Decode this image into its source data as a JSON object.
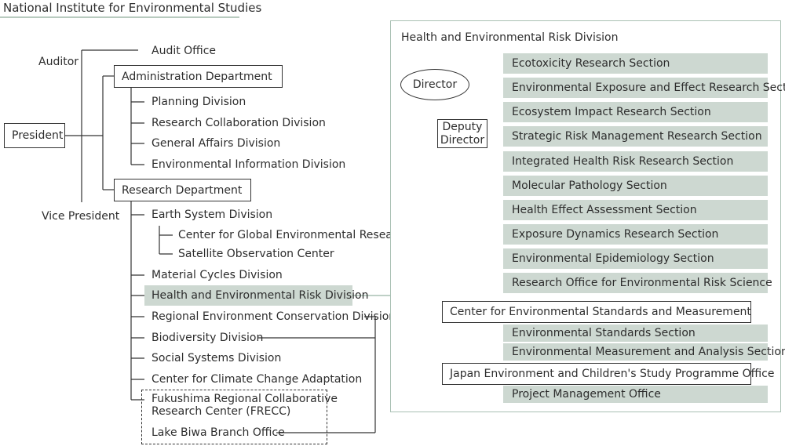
{
  "org_name": "National Institute for Environmental Studies",
  "president": "President",
  "auditor": "Auditor",
  "vice_president": "Vice President",
  "audit_office": "Audit Office",
  "administration": {
    "title": "Administration Department",
    "divisions": [
      "Planning Division",
      "Research Collaboration Division",
      "General Affairs Division",
      "Environmental Information Division"
    ]
  },
  "research": {
    "title": "Research Department",
    "earth_system": "Earth System Division",
    "earth_system_centers": [
      "Center for Global Environmental Research",
      "Satellite Observation Center"
    ],
    "divisions": [
      "Material Cycles Division",
      "Health and Environmental Risk Division",
      "Regional Environment Conservation Division",
      "Biodiversity Division",
      "Social Systems Division",
      "Center for Climate Change Adaptation"
    ],
    "fukushima_line1": "Fukushima Regional Collaborative",
    "fukushima_line2": "Research Center (FRECC)",
    "lake_biwa": "Lake Biwa Branch Office"
  },
  "risk_panel": {
    "title": "Health and Environmental Risk Division",
    "director": "Director",
    "deputy_line1": "Deputy",
    "deputy_line2": "Director",
    "sections": [
      "Ecotoxicity Research Section",
      "Environmental Exposure and Effect Research Section",
      "Ecosystem Impact Research Section",
      "Strategic Risk Management Research Section",
      "Integrated Health Risk Research Section",
      "Molecular Pathology Section",
      "Health Effect Assessment Section",
      "Exposure Dynamics Research Section",
      "Environmental Epidemiology Section",
      "Research Office for Environmental Risk Science"
    ],
    "center_standards": "Center for Environmental Standards and Measurement",
    "standards_sections": [
      "Environmental Standards Section",
      "Environmental Measurement and Analysis Section"
    ],
    "jecs_office": "Japan Environment and Children's Study Programme Office",
    "jecs_sections": [
      "Project Management Office"
    ]
  },
  "colors": {
    "highlight": "#cdd8d1",
    "panel_border": "#a9c0b3",
    "line": "#333333"
  }
}
